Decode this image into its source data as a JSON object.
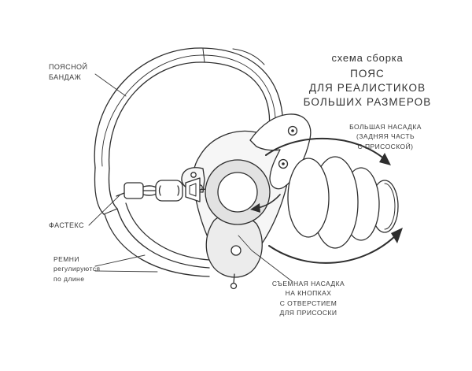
{
  "title": {
    "subtitle": "схема сборка",
    "lines": [
      "ПОЯС",
      "ДЛЯ РЕАЛИСТИКОВ",
      "БОЛЬШИХ РАЗМЕРОВ"
    ]
  },
  "labels": {
    "waist_band": "ПОЯСНОЙ\nБАНДАЖ",
    "fastex": "ФАСТЕКС",
    "straps": "РЕМНИ\nрегулируются\nпо длине",
    "big_attachment": "БОЛЬШАЯ НАСАДКА\n(ЗАДНЯЯ ЧАСТЬ\nС ПРИСОСКОЙ)",
    "removable_attachment": "СЪЕМНАЯ НАСАДКА\nНА КНОПКАХ\nС ОТВЕРСТИЕМ\nДЛЯ ПРИСОСКИ"
  },
  "colors": {
    "line": "#2e2e2e",
    "shade": "#e2e2e2",
    "plate": "#f6f6f6",
    "pad": "#ececec",
    "background": "#ffffff"
  }
}
